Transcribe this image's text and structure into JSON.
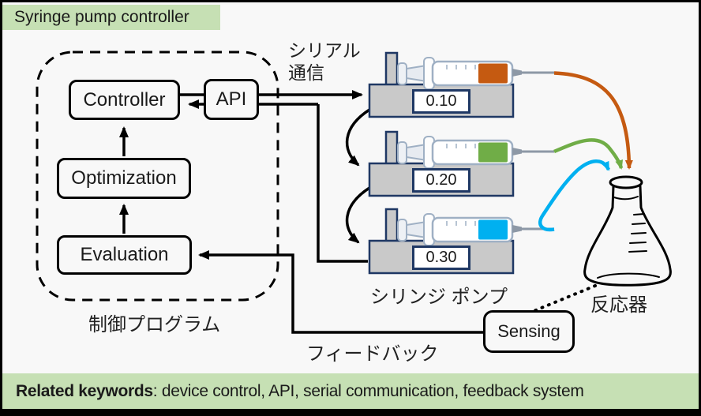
{
  "header": {
    "title": "Syringe pump controller"
  },
  "footer": {
    "label_bold": "Related keywords",
    "label_rest": ": device control, API, serial communication, feedback system"
  },
  "program": {
    "label": "制御プログラム",
    "controller_label": "Controller",
    "optimization_label": "Optimization",
    "evaluation_label": "Evaluation",
    "api_label": "API"
  },
  "labels": {
    "serial_communication": "シリアル\n通信",
    "syringe_pumps": "シリンジ ポンプ",
    "reactor": "反応器",
    "feedback": "フィードバック"
  },
  "sensing": {
    "label": "Sensing"
  },
  "pumps": [
    {
      "value": "0.10",
      "liquid_color": "#c55a11",
      "tube_color": "#c55a11"
    },
    {
      "value": "0.20",
      "liquid_color": "#70ad47",
      "tube_color": "#70ad47"
    },
    {
      "value": "0.30",
      "liquid_color": "#00b0f0",
      "tube_color": "#00b0f0"
    }
  ],
  "colors": {
    "banner_green": "#c6e0b4",
    "pump_border_navy": "#1f3864",
    "pump_body_gray": "#c9c9c9",
    "background": "#f8f8f8",
    "line_black": "#000000"
  }
}
